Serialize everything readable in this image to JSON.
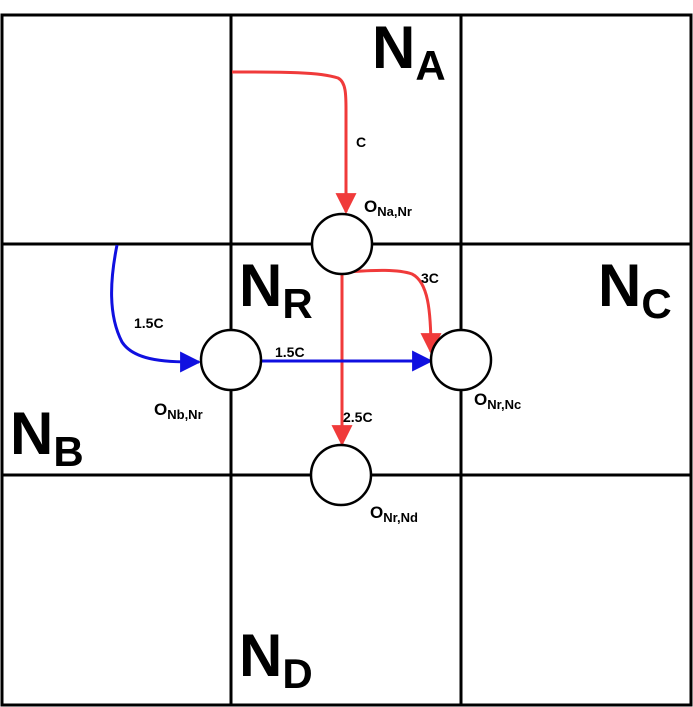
{
  "colors": {
    "red_flow": "#f03a3a",
    "blue_flow": "#1010e0",
    "grid": "#000000",
    "port_fill": "#ffffff"
  },
  "nodes": {
    "a": {
      "main": "N",
      "sub": "A"
    },
    "b": {
      "main": "N",
      "sub": "B"
    },
    "c": {
      "main": "N",
      "sub": "C"
    },
    "d": {
      "main": "N",
      "sub": "D"
    },
    "r": {
      "main": "N",
      "sub": "R"
    }
  },
  "ports": {
    "na_nr": {
      "main": "O",
      "sub": "Na,Nr"
    },
    "nb_nr": {
      "main": "O",
      "sub": "Nb,Nr"
    },
    "nr_nc": {
      "main": "O",
      "sub": "Nr,Nc"
    },
    "nr_nd": {
      "main": "O",
      "sub": "Nr,Nd"
    }
  },
  "edges": {
    "a_to_port": "C",
    "b_to_port": "1.5C",
    "b_to_c": "1.5C",
    "r_to_c": "3C",
    "r_to_d": "2.5C"
  }
}
